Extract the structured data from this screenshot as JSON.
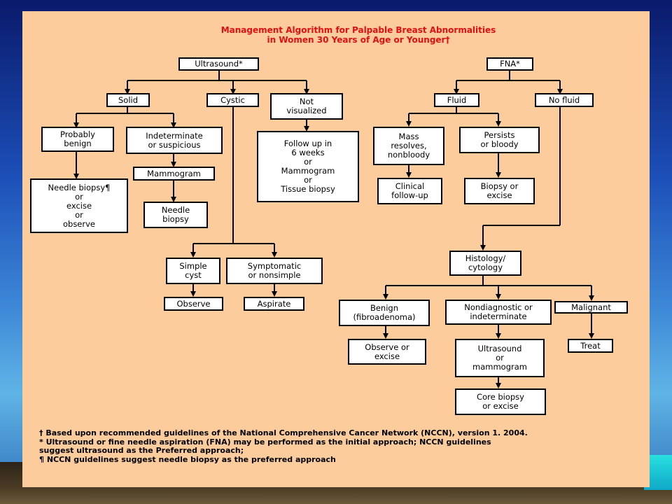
{
  "title": {
    "line1": "Management Algorithm for Palpable Breast Abnormalities",
    "line2": "in Women 30 Years of Age or Younger†"
  },
  "nodes": {
    "ultrasound": "Ultrasound*",
    "solid": "Solid",
    "cystic": "Cystic",
    "not_visualized": "Not\nvisualized",
    "probably_benign": "Probably\nbenign",
    "indeterminate": "Indeterminate\nor suspicious",
    "needle_biopsy_excise": "Needle biopsy¶\nor\nexcise\nor\nobserve",
    "mammogram": "Mammogram",
    "needle_biopsy": "Needle\nbiopsy",
    "follow_up": "Follow up in\n6 weeks\nor\nMammogram\nor\nTissue biopsy",
    "simple_cyst": "Simple\ncyst",
    "symptomatic": "Symptomatic\nor nonsimple",
    "observe": "Observe",
    "aspirate": "Aspirate",
    "fna": "FNA*",
    "fluid": "Fluid",
    "no_fluid": "No fluid",
    "mass_resolves": "Mass\nresolves,\nnonbloody",
    "persists": "Persists\nor bloody",
    "clinical_followup": "Clinical\nfollow-up",
    "biopsy_excise": "Biopsy or\nexcise",
    "histology": "Histology/\ncytology",
    "benign": "Benign\n(fibroadenoma)",
    "nondiagnostic": "Nondiagnostic or\nindeterminate",
    "malignant": "Malignant",
    "observe_excise": "Observe or\nexcise",
    "us_mammogram": "Ultrasound\nor\nmammogram",
    "treat": "Treat",
    "core_biopsy": "Core biopsy\nor excise"
  },
  "footnotes": {
    "dagger": "† Based upon recommended guidelines of the National Comprehensive Cancer Network (NCCN), version 1. 2004.",
    "star1": "* Ultrasound or fine needle aspiration (FNA) may be performed as the initial approach; NCCN guidelines",
    "star2": "suggest ultrasound as the Preferred approach;",
    "para": "¶ NCCN guidelines suggest needle biopsy as the preferred approach"
  },
  "colors": {
    "title": "#e01010",
    "panel": "#fccc9c"
  }
}
